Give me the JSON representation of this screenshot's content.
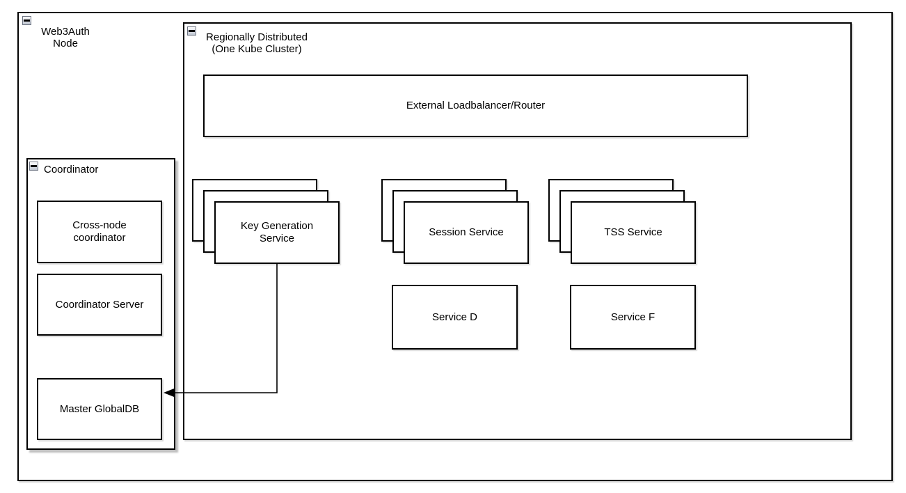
{
  "colors": {
    "border": "#000000",
    "background": "#ffffff",
    "shadow": "#cfcfcf",
    "collapse_icon_border": "#6b7280",
    "collapse_icon_face": "#dfe3ea",
    "text": "#000000"
  },
  "groups": {
    "web3auth": {
      "label_lines": [
        "Web3Auth",
        "Node"
      ]
    },
    "region": {
      "label_lines": [
        "Regionally Distributed",
        "(One Kube Cluster)"
      ]
    },
    "coordinator": {
      "label": "Coordinator"
    }
  },
  "nodes": {
    "loadbalancer": {
      "label": "External Loadbalancer/Router"
    },
    "stacks": [
      {
        "name": "key-generation-service",
        "label_lines": [
          "Key Generation",
          "Service"
        ],
        "layers_visible": 3
      },
      {
        "name": "session-service",
        "label_lines": [
          "Session Service"
        ],
        "layers_visible": 3
      },
      {
        "name": "tss-service",
        "label_lines": [
          "TSS Service"
        ],
        "layers_visible": 3
      }
    ],
    "services": [
      {
        "label": "Service D"
      },
      {
        "label": "Service F"
      }
    ],
    "coordinator_children": [
      {
        "label_lines": [
          "Cross-node",
          "coordinator"
        ]
      },
      {
        "label_lines": [
          "Coordinator Server"
        ]
      },
      {
        "label_lines": [
          "Master GlobalDB"
        ]
      }
    ]
  },
  "edges": [
    {
      "type": "elbow-arrow",
      "from": "Key Generation Service",
      "to": "Master GlobalDB"
    }
  ]
}
